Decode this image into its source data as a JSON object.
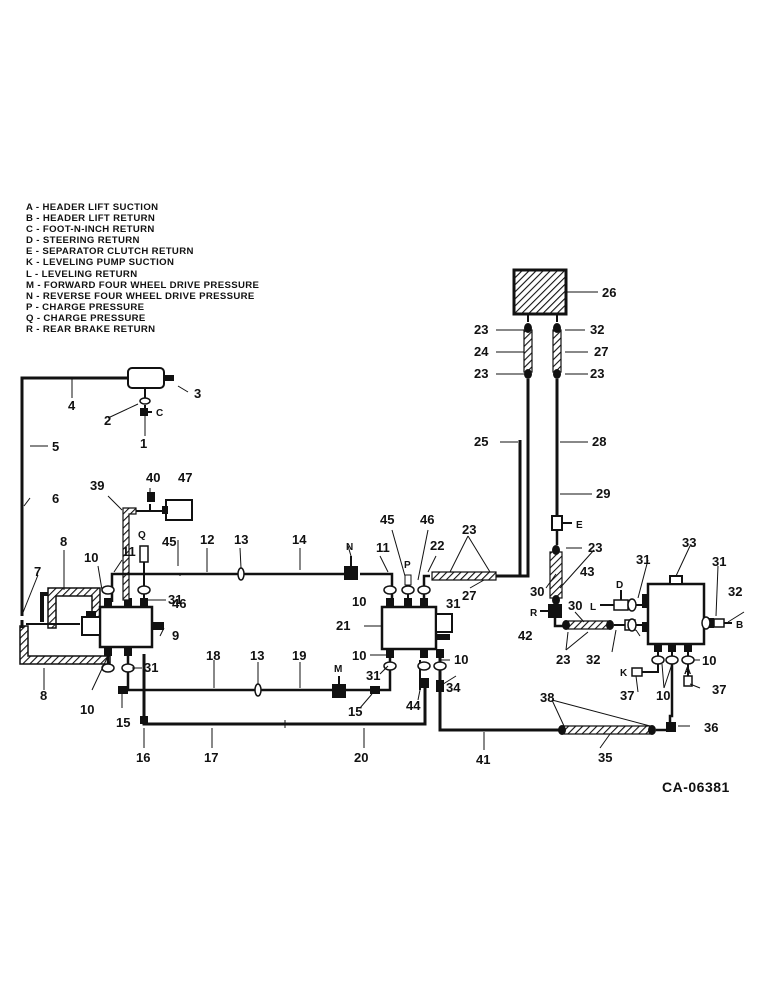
{
  "legend": [
    "A - HEADER LIFT SUCTION",
    "B - HEADER LIFT RETURN",
    "C - FOOT-N-INCH RETURN",
    "D - STEERING RETURN",
    "E - SEPARATOR CLUTCH RETURN",
    "K - LEVELING PUMP SUCTION",
    "L - LEVELING RETURN",
    "M - FORWARD FOUR WHEEL DRIVE PRESSURE",
    "N - REVERSE FOUR WHEEL DRIVE PRESSURE",
    "P - CHARGE PRESSURE",
    "Q - CHARGE PRESSURE",
    "R - REAR BRAKE RETURN"
  ],
  "drawing_number": "CA-06381",
  "callouts": {
    "c1": "1",
    "c2": "2",
    "c3": "3",
    "c4": "4",
    "c5": "5",
    "c6": "6",
    "c7": "7",
    "c8a": "8",
    "c8b": "8",
    "c9": "9",
    "c10a": "10",
    "c10b": "10",
    "c10c": "10",
    "c10d": "10",
    "c10e": "10",
    "c10f": "10",
    "c10g": "10",
    "c11a": "11",
    "c11b": "11",
    "c12": "12",
    "c13a": "13",
    "c13b": "13",
    "c14": "14",
    "c15a": "15",
    "c15b": "15",
    "c16": "16",
    "c17": "17",
    "c18": "18",
    "c19": "19",
    "c20": "20",
    "c21": "21",
    "c22": "22",
    "c23a": "23",
    "c23b": "23",
    "c23c": "23",
    "c23d": "23",
    "c23e": "23",
    "c23f": "23",
    "c24": "24",
    "c25": "25",
    "c26": "26",
    "c27a": "27",
    "c27b": "27",
    "c28": "28",
    "c29": "29",
    "c30a": "30",
    "c30b": "30",
    "c31a": "31",
    "c31b": "31",
    "c31c": "31",
    "c31d": "31",
    "c31e": "31",
    "c31f": "31",
    "c32a": "32",
    "c32b": "32",
    "c32c": "32",
    "c33": "33",
    "c34": "34",
    "c35": "35",
    "c36": "36",
    "c37a": "37",
    "c37b": "37",
    "c38": "38",
    "c39": "39",
    "c40": "40",
    "c41": "41",
    "c42": "42",
    "c43": "43",
    "c44": "44",
    "c45a": "45",
    "c45b": "45",
    "c46a": "46",
    "c46b": "46",
    "c47": "47"
  },
  "letters": {
    "C": "C",
    "Q": "Q",
    "N": "N",
    "P": "P",
    "M": "M",
    "E": "E",
    "D": "D",
    "L": "L",
    "R": "R",
    "B": "B",
    "K": "K",
    "A": "A"
  }
}
